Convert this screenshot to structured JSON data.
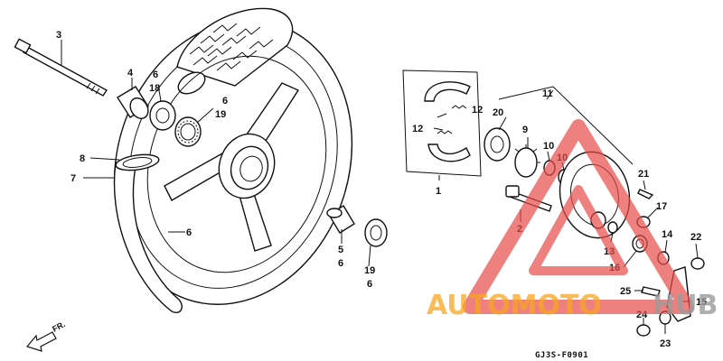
{
  "callouts": {
    "c1": "1",
    "c2": "2",
    "c3": "3",
    "c4": "4",
    "c5": "5",
    "c6a": "6",
    "c6b": "6",
    "c6c": "6",
    "c6d": "6",
    "c6e": "6",
    "c7": "7",
    "c8": "8",
    "c9": "9",
    "c10a": "10",
    "c10b": "10",
    "c11": "11",
    "c12a": "12",
    "c12b": "12",
    "c13": "13",
    "c14": "14",
    "c15": "15",
    "c16": "16",
    "c17": "17",
    "c18": "18",
    "c19a": "19",
    "c19b": "19",
    "c20": "20",
    "c21": "21",
    "c22": "22",
    "c23": "23",
    "c24": "24",
    "c25": "25"
  },
  "direction_label": "FR.",
  "diagram_code": "GJ3S-F0901",
  "watermark": {
    "word_orange": "AUTOMOTO",
    "word_gray": "HUB",
    "orange_color": "#f5a623",
    "gray_color": "#9a9a9a",
    "triangle_color": "#e84a4a"
  }
}
